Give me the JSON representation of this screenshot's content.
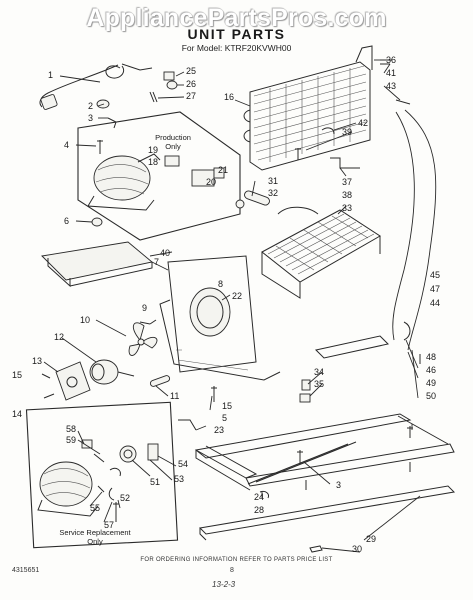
{
  "watermark": "AppliancePartsPros.com",
  "title": "UNIT PARTS",
  "model": "For Model: KTRF20KVWH00",
  "notes": {
    "production_line1": "Production",
    "production_line2": "Only",
    "service_line1": "Service Replacement",
    "service_line2": "Only"
  },
  "callouts": {
    "c1": "1",
    "c2": "2",
    "c3a": "3",
    "c4": "4",
    "c6": "6",
    "c25": "25",
    "c26": "26",
    "c27": "27",
    "c16": "16",
    "c36": "36",
    "c41": "41",
    "c43": "43",
    "c42": "42",
    "c39": "39",
    "c19": "19",
    "c18": "18",
    "c21": "21",
    "c20": "20",
    "c37": "37",
    "c38": "38",
    "c31": "31",
    "c32": "32",
    "c33": "33",
    "c40": "40",
    "c7": "7",
    "c8": "8",
    "c22": "22",
    "c9": "9",
    "c10": "10",
    "c12": "12",
    "c13": "13",
    "c15a": "15",
    "c14": "14",
    "c11": "11",
    "c15b": "15",
    "c5": "5",
    "c23": "23",
    "c45": "45",
    "c47": "47",
    "c44": "44",
    "c34": "34",
    "c35": "35",
    "c48": "48",
    "c46": "46",
    "c49": "49",
    "c50": "50",
    "c3b": "3",
    "c24": "24",
    "c28": "28",
    "c29": "29",
    "c30": "30",
    "c58": "58",
    "c59": "59",
    "c54": "54",
    "c53": "53",
    "c51": "51",
    "c52": "52",
    "c55": "55",
    "c57": "57"
  },
  "footer": {
    "ordering": "FOR ORDERING INFORMATION REFER TO PARTS PRICE LIST",
    "doc_number": "4315651",
    "page": "8",
    "handwritten": "13-2-3"
  }
}
